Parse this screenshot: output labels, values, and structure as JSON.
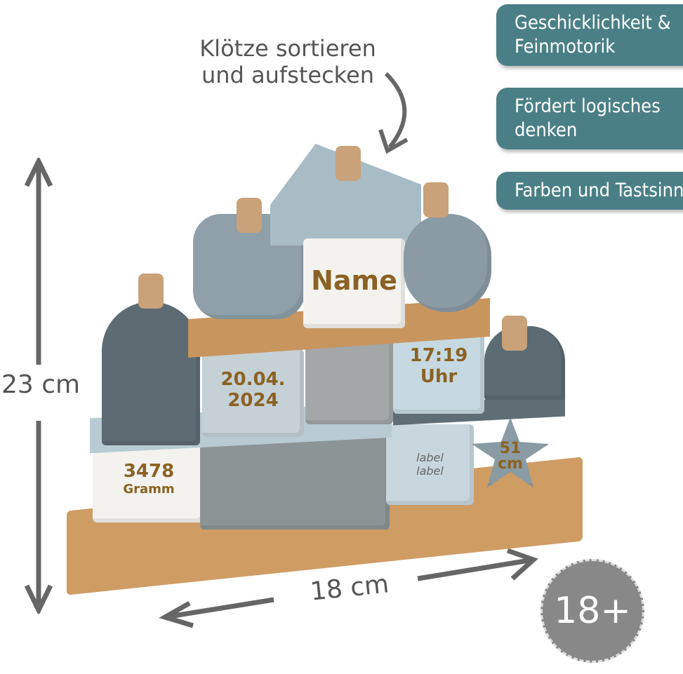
{
  "badges": [
    "Geschicklichkeit & Feinmotorik",
    "Fördert logisches denken",
    "Farben und Tastsinn"
  ],
  "caption": {
    "line1": "Klötze sortieren",
    "line2": "und aufstecken"
  },
  "dimensions": {
    "height": "23 cm",
    "width": "18 cm"
  },
  "age": "18+",
  "blocks": {
    "name": "Name",
    "date_line1": "20.04.",
    "date_line2": "2024",
    "time_line1": "17:19",
    "time_line2": "Uhr",
    "weight_line1": "3478",
    "weight_line2": "Gramm",
    "length_line1": "51",
    "length_line2": "cm",
    "label_line1": "label",
    "label_line2": "label"
  },
  "colors": {
    "badge": "#4b7f87",
    "gold": "#8a6224",
    "wood": "#c9955e",
    "blue_grey": "#8fa3ab"
  }
}
